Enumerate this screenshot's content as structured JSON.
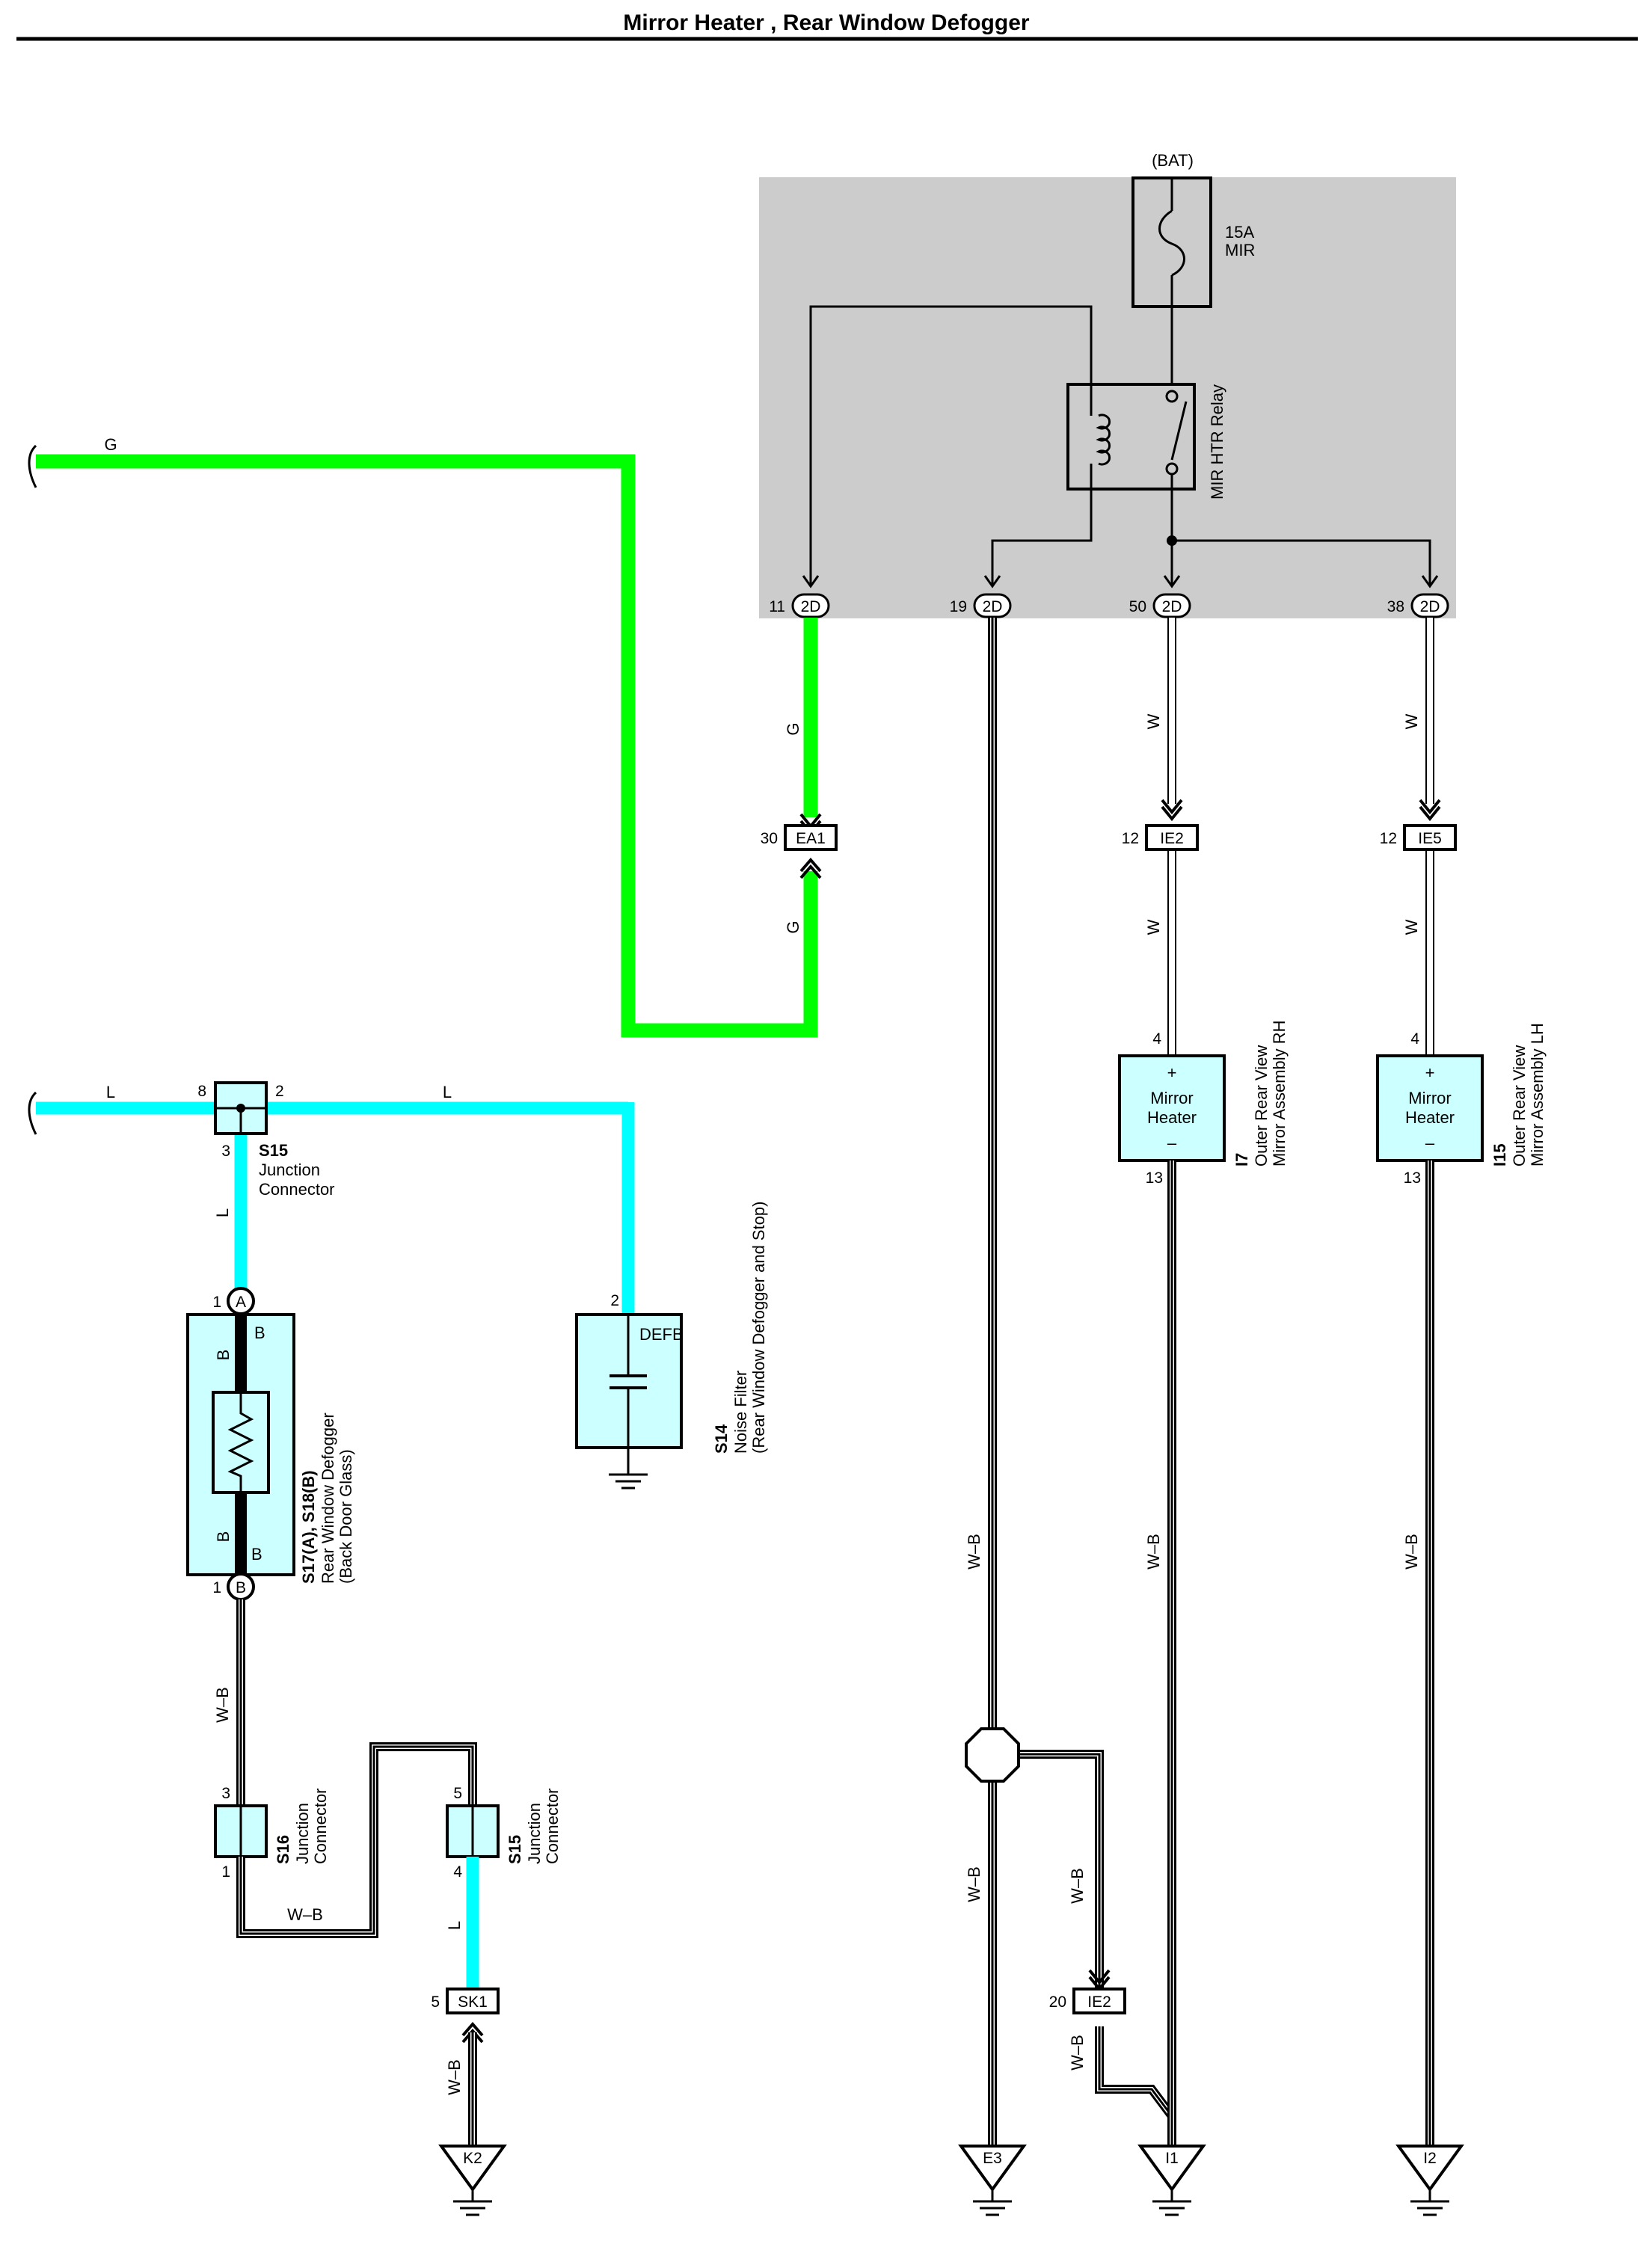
{
  "title": "Mirror Heater , Rear Window Defogger",
  "colors": {
    "green_wire": "#00ff00",
    "blue_wire": "#00ffff",
    "component_fill": "#ccffff",
    "junction_block": "#cccccc"
  },
  "junction_block": {
    "power_source": "(BAT)",
    "fuse_rating": "15A",
    "fuse_name": "MIR",
    "relay_name": "MIR HTR Relay",
    "connectors": [
      {
        "pin": "11",
        "code": "2D"
      },
      {
        "pin": "19",
        "code": "2D"
      },
      {
        "pin": "50",
        "code": "2D"
      },
      {
        "pin": "38",
        "code": "2D"
      }
    ]
  },
  "wires": {
    "g": "G",
    "l": "L",
    "w": "W",
    "b": "B",
    "wb": "W–B"
  },
  "connectors": {
    "ea1": {
      "pin": "30",
      "code": "EA1"
    },
    "ie2_top": {
      "pin": "12",
      "code": "IE2"
    },
    "ie5": {
      "pin": "12",
      "code": "IE5"
    },
    "ie2_bottom": {
      "pin": "20",
      "code": "IE2"
    },
    "sk1": {
      "pin": "5",
      "code": "SK1"
    }
  },
  "components": {
    "s15_top": {
      "ref": "S15",
      "name_line1": "Junction",
      "name_line2": "Connector",
      "pins": [
        "8",
        "2",
        "3"
      ]
    },
    "s17": {
      "ref": "S17(A), S18(B)",
      "name_line1": "Rear Window Defogger",
      "name_line2": "(Back Door Glass)",
      "pin_a": "1",
      "term_a": "A",
      "pin_b": "1",
      "term_b": "B"
    },
    "s14": {
      "ref": "S14",
      "name_line1": "Noise Filter",
      "name_line2": "(Rear Window Defogger and Stop)",
      "pin": "2",
      "inner": "DEFB"
    },
    "i7": {
      "ref": "I7",
      "name_line1": "Outer Rear View",
      "name_line2": "Mirror Assembly RH",
      "line1": "Mirror",
      "line2": "Heater",
      "plus": "+",
      "minus": "–",
      "pin_top": "4",
      "pin_bottom": "13"
    },
    "i15": {
      "ref": "I15",
      "name_line1": "Outer Rear View",
      "name_line2": "Mirror Assembly LH",
      "line1": "Mirror",
      "line2": "Heater",
      "plus": "+",
      "minus": "–",
      "pin_top": "4",
      "pin_bottom": "13"
    },
    "s16": {
      "ref": "S16",
      "name_line1": "Junction",
      "name_line2": "Connector",
      "pin_top": "3",
      "pin_bottom": "1"
    },
    "s15_bottom": {
      "ref": "S15",
      "name_line1": "Junction",
      "name_line2": "Connector",
      "pin_top": "5",
      "pin_bottom": "4"
    }
  },
  "grounds": [
    "K2",
    "E3",
    "I1",
    "I2"
  ]
}
